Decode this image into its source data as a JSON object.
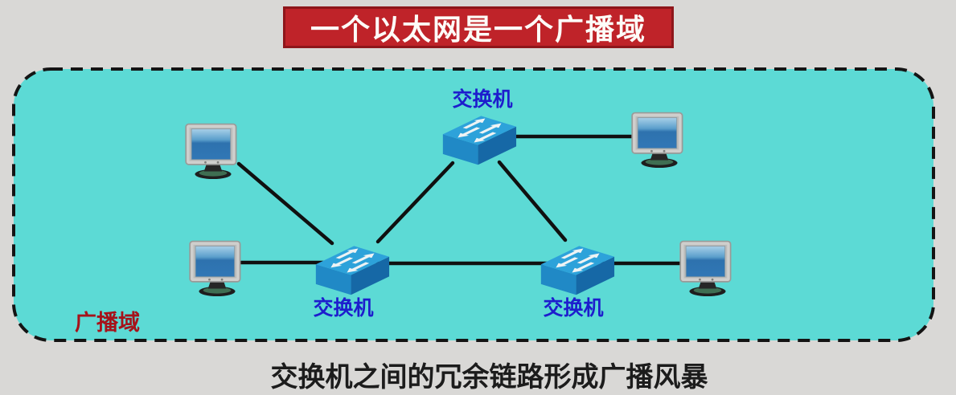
{
  "banner": {
    "text": "一个以太网是一个广播域",
    "bg_color": "#bf2329",
    "text_color": "#fdfcf8"
  },
  "domain": {
    "label": "广播域",
    "label_color": "#a6121a",
    "fill_color": "#5cdad5",
    "border_style": "black-dashed-rounded"
  },
  "nodes": {
    "switch_top": {
      "label": "交换机",
      "label_position": "above"
    },
    "switch_bottom_left": {
      "label": "交换机",
      "label_position": "below"
    },
    "switch_bottom_right": {
      "label": "交换机",
      "label_position": "below"
    },
    "computers": [
      "pc-top-left",
      "pc-top-right",
      "pc-bottom-left",
      "pc-bottom-right"
    ]
  },
  "links": [
    {
      "from": "pc-top-left",
      "to": "switch-bottom-left"
    },
    {
      "from": "switch-top",
      "to": "switch-bottom-left"
    },
    {
      "from": "switch-top",
      "to": "switch-bottom-right"
    },
    {
      "from": "switch-top",
      "to": "pc-top-right"
    },
    {
      "from": "pc-bottom-left",
      "to": "switch-bottom-left"
    },
    {
      "from": "switch-bottom-left",
      "to": "switch-bottom-right"
    },
    {
      "from": "switch-bottom-right",
      "to": "pc-bottom-right"
    }
  ],
  "caption": {
    "text": "交换机之间的冗余链路形成广播风暴"
  }
}
